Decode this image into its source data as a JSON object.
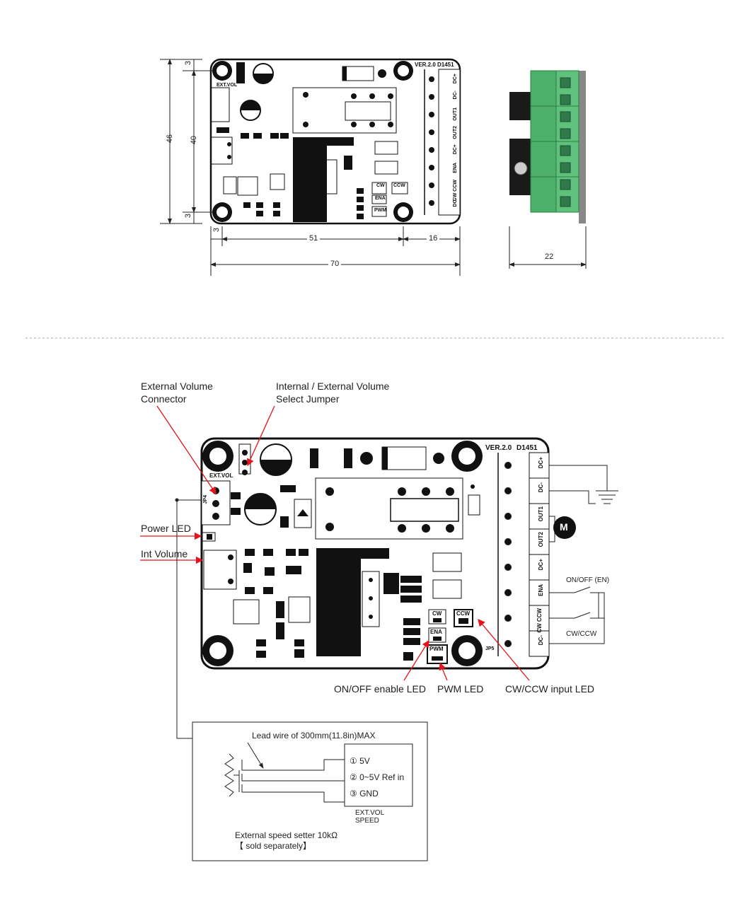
{
  "top_view": {
    "version": "VER.2.0",
    "model": "D1451",
    "ext_vol": "EXT.VOL",
    "jp4": "JP4",
    "jp5": "JP5",
    "terminals": [
      "DC+",
      "DC-",
      "OUT1",
      "OUT2",
      "DC+",
      "ENA",
      "CW CCW",
      "DC-"
    ],
    "led_labels": [
      "CW",
      "CCW",
      "ENA",
      "PWM"
    ],
    "dims": {
      "h_total": "46",
      "h_inner": "40",
      "top_margin": "3",
      "bottom_margin": "3",
      "left_margin": "3",
      "inner_w": "51",
      "right_w": "16",
      "total_w": "70",
      "side_w": "22"
    }
  },
  "annotations": {
    "ext_vol_connector": [
      "External Volume",
      "Connector"
    ],
    "int_ext_jumper": [
      "Internal / External Volume",
      "Select Jumper"
    ],
    "power_led": "Power LED",
    "int_volume": "Int Volume",
    "on_off_led": "ON/OFF enable LED",
    "pwm_led": "PWM  LED",
    "cw_ccw_led": "CW/CCW input LED",
    "on_off_en": "ON/OFF (EN)",
    "cw_ccw": "CW/CCW",
    "motor": "M"
  },
  "ext_setter": {
    "lead_wire": "Lead wire of 300mm(11.8in)MAX",
    "pins": [
      "① 5V",
      "② 0~5V Ref in",
      "③ GND"
    ],
    "box_label": [
      "EXT.VOL",
      "SPEED"
    ],
    "caption": [
      "External speed setter 10kΩ",
      "【 sold separately】"
    ]
  },
  "colors": {
    "annotation_line": "#e3141b",
    "terminal_green": "#4caf6a",
    "pcb_outline": "#111111"
  }
}
